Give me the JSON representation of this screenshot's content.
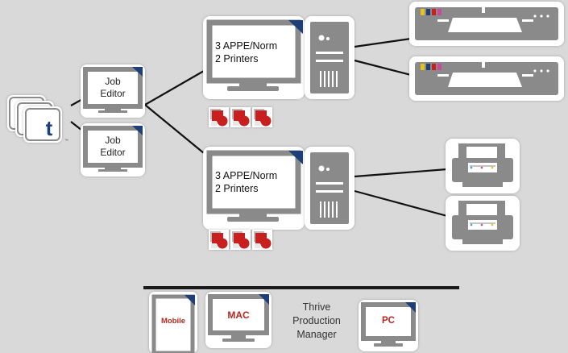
{
  "job_editors": [
    {
      "label": "Job\nEditor"
    },
    {
      "label": "Job\nEditor"
    }
  ],
  "servers": [
    {
      "line1": "3 APPE/Norm",
      "line2": "2 Printers"
    },
    {
      "line1": "3 APPE/Norm",
      "line2": "2 Printers"
    }
  ],
  "thrive_production_manager": "Thrive\nProduction\nManager",
  "clients": {
    "mobile": "Mobile",
    "mac": "MAC",
    "pc": "PC"
  },
  "logo_letter": "t",
  "colors": {
    "background": "#d9d9d9",
    "device_gray": "#8a8a8a",
    "device_white": "#ffffff",
    "accent_navy": "#1f3f78",
    "accent_red": "#c8201e",
    "line": "#111111"
  }
}
